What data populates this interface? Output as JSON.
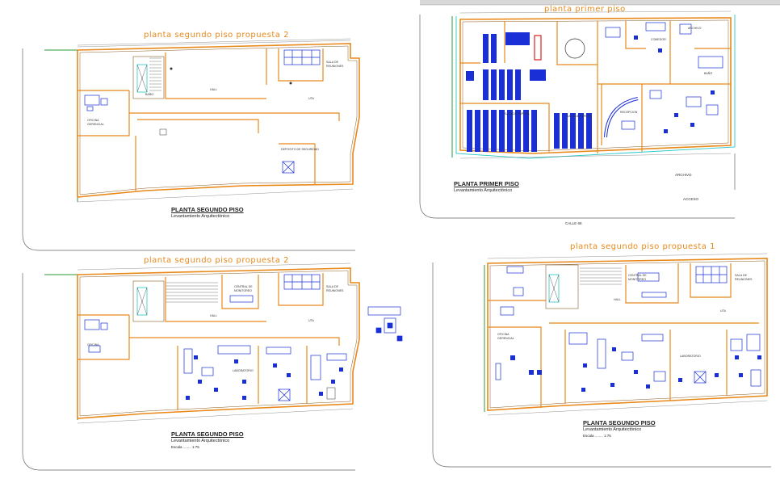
{
  "plans": [
    {
      "id": "top-left",
      "title": "planta segundo piso propuesta 2",
      "caption_main": "PLANTA SEGUNDO PISO",
      "caption_sub": "Levantamiento Arquitectónico",
      "caption_scale": "",
      "rooms": [
        "BAÑO",
        "HALL",
        "OFICINA GERENCIAL",
        "SALA DE REUNIONES",
        "DEPOSITO DE SEGURIDAD",
        "UTA"
      ]
    },
    {
      "id": "top-right",
      "title": "planta primer piso",
      "caption_main": "PLANTA PRIMER PISO",
      "caption_sub": "Levantamiento Arquitectónico",
      "caption_scale": "",
      "rooms": [
        "SALA DE ESPERA",
        "SALA DE ESPERA",
        "RECEPCION",
        "COMEDOR",
        "ARCHIVO",
        "BAÑO"
      ],
      "streets": [
        "CALLE 68",
        "ARCHIVO",
        "ACCESO"
      ]
    },
    {
      "id": "bottom-left",
      "title": "planta segundo piso propuesta 2",
      "caption_main": "PLANTA SEGUNDO PISO",
      "caption_sub": "Levantamiento Arquitectónico",
      "caption_scale": "Escala ........ 1:75",
      "rooms": [
        "CENTRAL DE MONITOREO",
        "HALL",
        "OFICINA GERENCIAL",
        "SALA DE REUNIONES",
        "UTA",
        "LABORATORIO"
      ]
    },
    {
      "id": "bottom-right",
      "title": "planta segundo piso propuesta 1",
      "caption_main": "PLANTA SEGUNDO PISO",
      "caption_sub": "Levantamiento Arquitectónico",
      "caption_scale": "Escala ........ 1:75",
      "rooms": [
        "CENTRAL DE MONITOREO",
        "HALL",
        "OFICINA GERENCIAL",
        "SALA DE REUNIONES",
        "UTA",
        "LABORATORIO"
      ]
    }
  ],
  "colors": {
    "wall": "#e8891a",
    "wall_dark": "#8a5a20",
    "furniture": "#1a2fd6",
    "boundary": "#2a9a3a",
    "cyan": "#2ac6c6",
    "line": "#555555",
    "background": "#ffffff"
  }
}
